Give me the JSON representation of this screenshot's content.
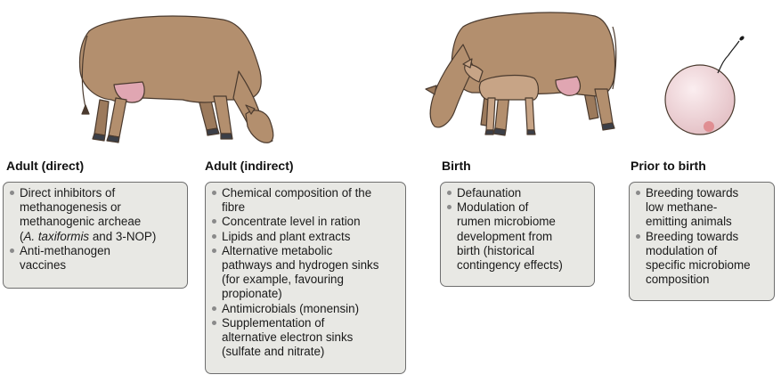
{
  "stages": [
    {
      "heading": "Adult (direct)",
      "items": [
        {
          "lines": [
            "Direct inhibitors of",
            "methanogenesis or",
            "methanogenic archeae"
          ],
          "extra": {
            "italic": "A. taxiformis",
            "rest": " and 3-NOP)",
            "open": "("
          }
        },
        {
          "lines": [
            "Anti-methanogen",
            "vaccines"
          ]
        }
      ]
    },
    {
      "heading": "Adult (indirect)",
      "items": [
        {
          "lines": [
            "Chemical composition of the",
            "fibre"
          ]
        },
        {
          "lines": [
            "Concentrate level in ration"
          ]
        },
        {
          "lines": [
            "Lipids and plant extracts"
          ]
        },
        {
          "lines": [
            "Alternative metabolic",
            "pathways and hydrogen sinks",
            "(for example, favouring",
            "propionate)"
          ]
        },
        {
          "lines": [
            "Antimicrobials (monensin)"
          ]
        },
        {
          "lines": [
            "Supplementation of",
            "alternative electron sinks",
            "(sulfate and nitrate)"
          ]
        }
      ]
    },
    {
      "heading": "Birth",
      "items": [
        {
          "lines": [
            "Defaunation"
          ]
        },
        {
          "lines": [
            "Modulation of",
            "rumen microbiome",
            "development from",
            "birth (historical",
            "contingency effects)"
          ]
        }
      ]
    },
    {
      "heading": "Prior to birth",
      "items": [
        {
          "lines": [
            "Breeding towards",
            "low methane-",
            "emitting animals"
          ]
        },
        {
          "lines": [
            "Breeding towards",
            "modulation of",
            "specific microbiome",
            "composition"
          ]
        }
      ]
    }
  ],
  "colors": {
    "cow_body": "#b38f6e",
    "cow_outline": "#4a3a2e",
    "udder": "#e0a6b2",
    "egg": "#f0d8da",
    "box_fill": "#e8e8e4",
    "box_border": "#6e6e6e",
    "bullet": "#8a8a8a"
  },
  "icons": [
    "grazing-cow-illustration",
    "cow-with-calf-illustration",
    "egg-with-sperm-illustration"
  ]
}
